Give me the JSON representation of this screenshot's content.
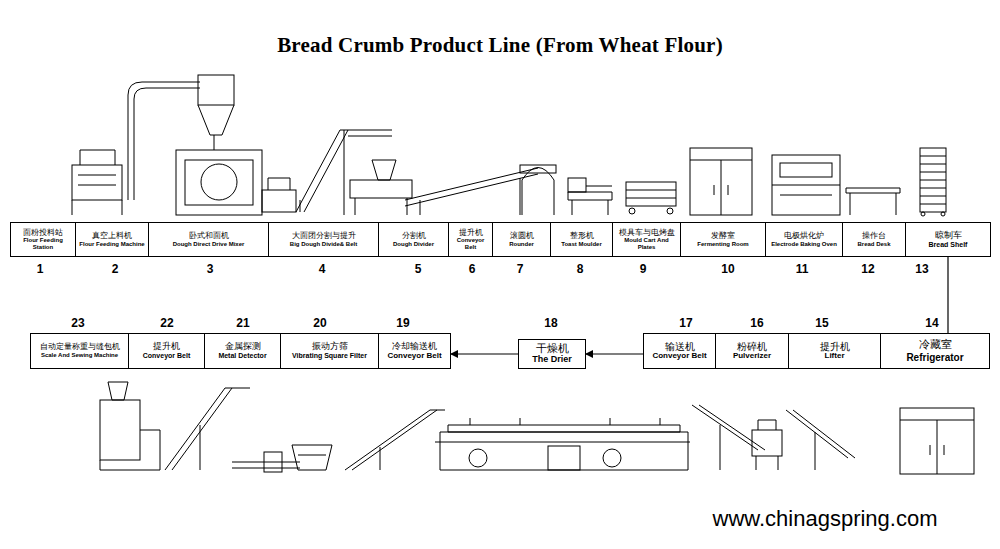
{
  "diagram": {
    "title": "Bread Crumb Product Line (From Wheat Flour)",
    "nodes": [
      {
        "text": [
          "面粉投料站",
          "Flour Feeding Station"
        ]
      },
      {
        "text": [
          "真空上料机",
          "Flour Feeding Machine"
        ]
      },
      {
        "text": [
          "卧式和面机",
          "Dough Direct Drive Mixer"
        ]
      },
      {
        "text": [
          "大面团分割与提升",
          "Big Dough Divide& Belt"
        ]
      },
      {
        "text": [
          "分割机",
          "Dough Divider"
        ]
      },
      {
        "text": [
          "提升机",
          "Conveyor Belt"
        ]
      },
      {
        "text": [
          "滚圆机",
          "Rounder"
        ]
      },
      {
        "text": [
          "整形机",
          "Toast Moulder"
        ]
      },
      {
        "text": [
          "模具车与电烤盘",
          "Mould Cart And Plates"
        ]
      },
      {
        "text": [
          "发酵室",
          "Fermenting Room"
        ]
      },
      {
        "text": [
          "电极烘化炉",
          "Electrode Baking Oven"
        ]
      },
      {
        "text": [
          "操作台",
          "Bread Desk"
        ]
      },
      {
        "text": [
          "晾制车",
          "Bread Shelf"
        ]
      },
      {
        "text": [
          "冷藏室",
          "Refrigerator"
        ]
      },
      {
        "text": [
          "提升机",
          "Lifter"
        ]
      },
      {
        "text": [
          "粉碎机",
          "Pulverizer"
        ]
      },
      {
        "text": [
          "输送机",
          "Conveyor Belt"
        ]
      },
      {
        "text": [
          "干燥机",
          "The Drier"
        ]
      },
      {
        "text": [
          "冷却输送机",
          "Conveyor Belt"
        ]
      },
      {
        "text": [
          "振动方筛",
          "Vibrating Square Filter"
        ]
      },
      {
        "text": [
          "金属探测",
          "Metal Detector"
        ]
      },
      {
        "text": [
          "提升机",
          "Conveyor Belt"
        ]
      },
      {
        "text": [
          "自动定量称重与缝包机",
          "Scale And Sewing Machine"
        ]
      }
    ],
    "edges": [
      {
        "from": 12,
        "to": 13,
        "arrow": "none"
      },
      {
        "from": 16,
        "to": 17,
        "arrow": "to"
      },
      {
        "from": 17,
        "to": 18,
        "arrow": "to"
      }
    ],
    "labels": [
      "1",
      "2",
      "3",
      "4",
      "5",
      "6",
      "7",
      "8",
      "9",
      "10",
      "11",
      "12",
      "13",
      "14",
      "15",
      "16",
      "17",
      "18",
      "19",
      "20",
      "21",
      "22",
      "23",
      "www.chinagspring.com"
    ]
  }
}
